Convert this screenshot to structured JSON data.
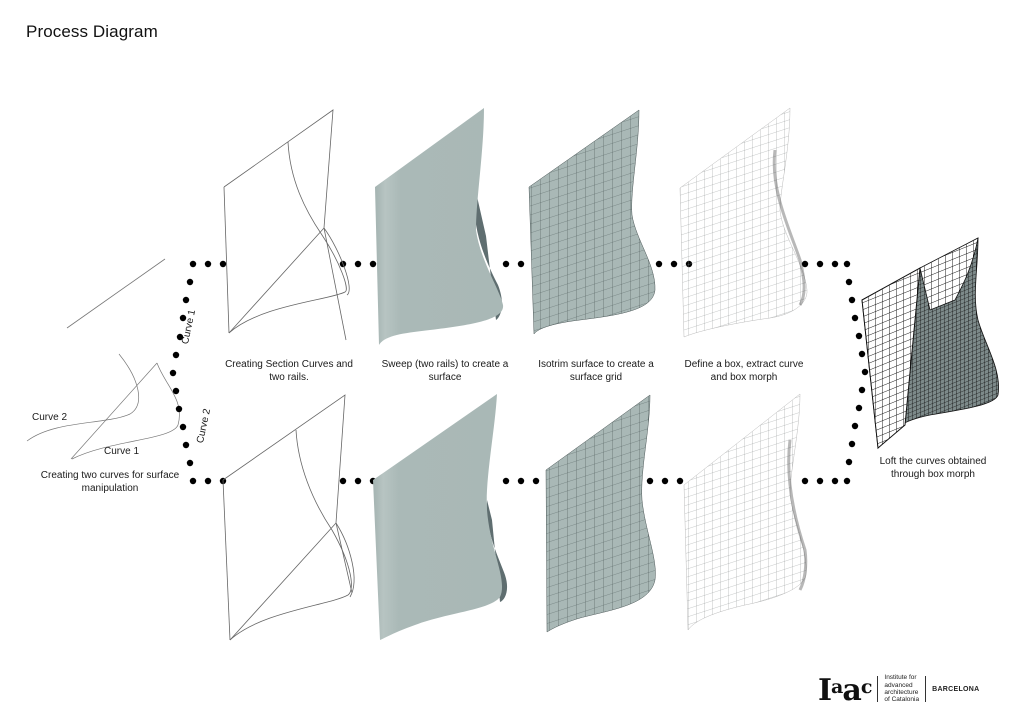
{
  "page": {
    "title": "Process Diagram"
  },
  "colors": {
    "surface_fill": "#a9b8b6",
    "surface_shadow": "#5f6e70",
    "grid_line": "#3e4a4a",
    "curve_line": "#555555",
    "dot": "#000000",
    "background": "#ffffff"
  },
  "labels": {
    "curve1_path": "Curve 1",
    "curve2_path": "Curve 2",
    "curve1_input": "Curve 1",
    "curve2_input": "Curve 2"
  },
  "steps": [
    {
      "id": "input-curves",
      "caption": "Creating two curves for surface manipulation",
      "line1": "Creating two curves for surface",
      "line2": "manipulation"
    },
    {
      "id": "section-curves",
      "caption": "Creating Section Curves and two rails.",
      "line1": "Creating Section Curves and",
      "line2": "two rails."
    },
    {
      "id": "sweep",
      "caption": "Sweep (two rails) to create a surface",
      "line1": "Sweep (two rails) to create a",
      "line2": "surface"
    },
    {
      "id": "isotrim",
      "caption": "Isotrim surface to create a surface grid",
      "line1": "Isotrim surface to create a",
      "line2": "surface grid"
    },
    {
      "id": "box-morph",
      "caption": "Define a box, extract curve and box morph",
      "line1": "Define a box, extract curve",
      "line2": "and box morph"
    },
    {
      "id": "loft",
      "caption": "Loft the curves obtained through box morph",
      "line1": "Loft the curves obtained",
      "line2": "through box morph"
    }
  ],
  "logo": {
    "mark": "Iaac",
    "institute_lines": [
      "Institute for",
      "advanced",
      "architecture",
      "of Catalonia"
    ],
    "city": "BARCELONA"
  }
}
